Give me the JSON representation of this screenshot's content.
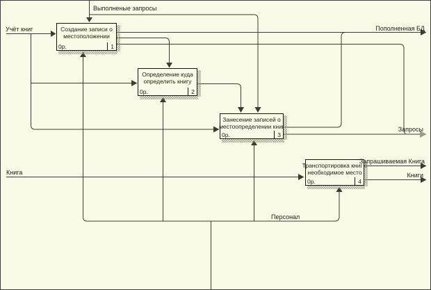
{
  "diagram": {
    "colors": {
      "background": "#fafae9",
      "line": "#3c3c32",
      "gray_line": "#9c9c8c",
      "box_border": "#14140e"
    },
    "boxes": [
      {
        "title": "Создание записи о местоположении",
        "cost": "0р.",
        "number": "1"
      },
      {
        "title": "Определение куда определить книгу",
        "cost": "0р.",
        "number": "2"
      },
      {
        "title": "Занесение записей о местоопределении книг",
        "cost": "0р.",
        "number": "3"
      },
      {
        "title": "Транспортировка книг в необходимое место",
        "cost": "0р.",
        "number": "4"
      }
    ],
    "arrow_labels": {
      "top_control": "Выполненые запросы",
      "input_uchet": "Учёт книг",
      "output_db": "Пополненная БД",
      "output_zaprosy": "Запросы",
      "output_requested_book": "Запрашиваемая Книга",
      "output_knigi": "Книги",
      "input_kniga": "Книга",
      "mechanism": "Персонал"
    }
  }
}
